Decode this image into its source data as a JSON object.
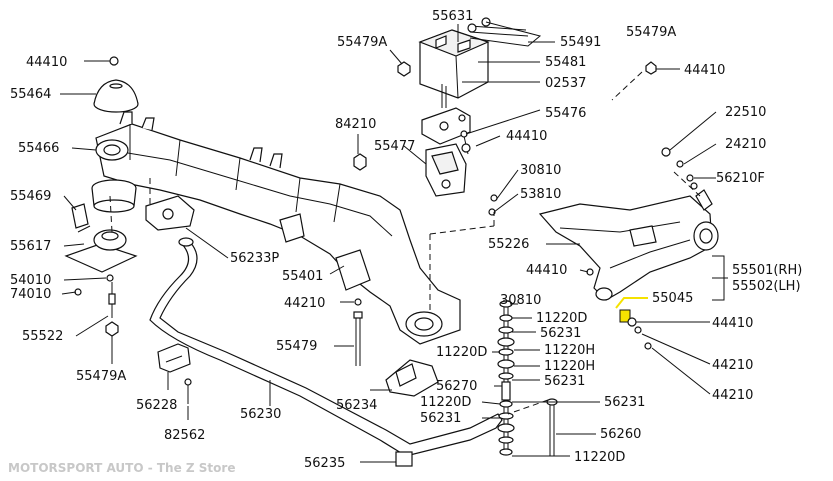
{
  "highlight_color": "#f5e200",
  "watermark": "MOTORSPORT AUTO - The Z Store",
  "labels": {
    "p55631": "55631",
    "p55491": "55491",
    "p55479A_top": "55479A",
    "p55479A_right": "55479A",
    "p55481": "55481",
    "p44410_tl": "44410",
    "p44410_tr": "44410",
    "p02537": "02537",
    "p55476": "55476",
    "p55464": "55464",
    "p84210": "84210",
    "p44410_mid": "44410",
    "p22510": "22510",
    "p55466": "55466",
    "p55477": "55477",
    "p24210": "24210",
    "p56210F": "56210F",
    "p30810_a": "30810",
    "p53810": "53810",
    "p55469": "55469",
    "p55226": "55226",
    "p55617": "55617",
    "p56233P": "56233P",
    "p55501": "55501(RH)",
    "p55502": "55502(LH)",
    "p44410_arm": "44410",
    "p54010": "54010",
    "p55401": "55401",
    "p74010": "74010",
    "p55045": "55045",
    "p44210_mid": "44210",
    "p30810_b": "30810",
    "p55522": "55522",
    "p11220D_a": "11220D",
    "p44410_right": "44410",
    "p56231_a": "56231",
    "p55479": "55479",
    "p11220D_b": "11220D",
    "p11220H_a": "11220H",
    "p11220H_b": "11220H",
    "p44210_r1": "44210",
    "p55479A_left": "55479A",
    "p56270": "56270",
    "p56231_b": "56231",
    "p56234": "56234",
    "p44210_r2": "44210",
    "p56228": "56228",
    "p11220D_c": "11220D",
    "p56231_c": "56231",
    "p56230": "56230",
    "p56231_d": "56231",
    "p56260": "56260",
    "p82562": "82562",
    "p56235": "56235",
    "p11220D_d": "11220D"
  }
}
